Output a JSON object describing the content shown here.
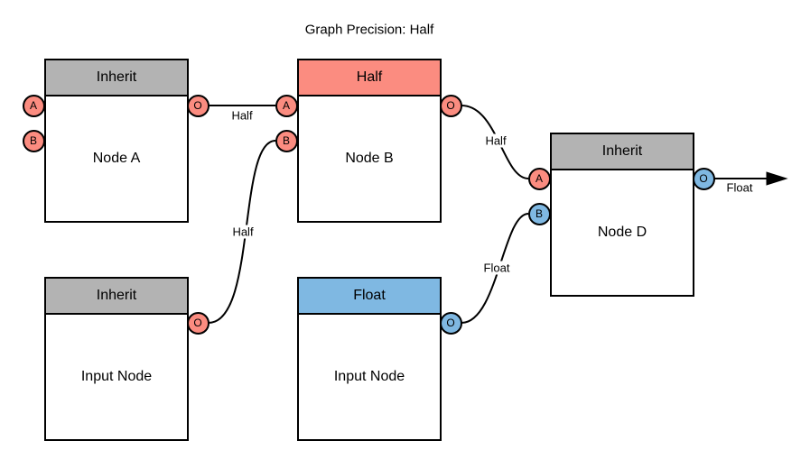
{
  "title": "Graph Precision: Half",
  "colors": {
    "gray": "#B3B3B3",
    "salmon": "#FB8C80",
    "blue": "#7FB8E2"
  },
  "nodes": [
    {
      "id": "node-a",
      "header": "Inherit",
      "label": "Node A"
    },
    {
      "id": "node-b",
      "header": "Half",
      "label": "Node B"
    },
    {
      "id": "node-d",
      "header": "Inherit",
      "label": "Node D"
    },
    {
      "id": "input-node-1",
      "header": "Inherit",
      "label": "Input Node"
    },
    {
      "id": "input-node-2",
      "header": "Float",
      "label": "Input Node"
    }
  ],
  "ports": {
    "a": "A",
    "b": "B",
    "o": "O"
  },
  "edge_labels": {
    "a_to_b": "Half",
    "input1_to_b": "Half",
    "b_to_d": "Half",
    "input2_to_d": "Float",
    "d_output": "Float"
  }
}
